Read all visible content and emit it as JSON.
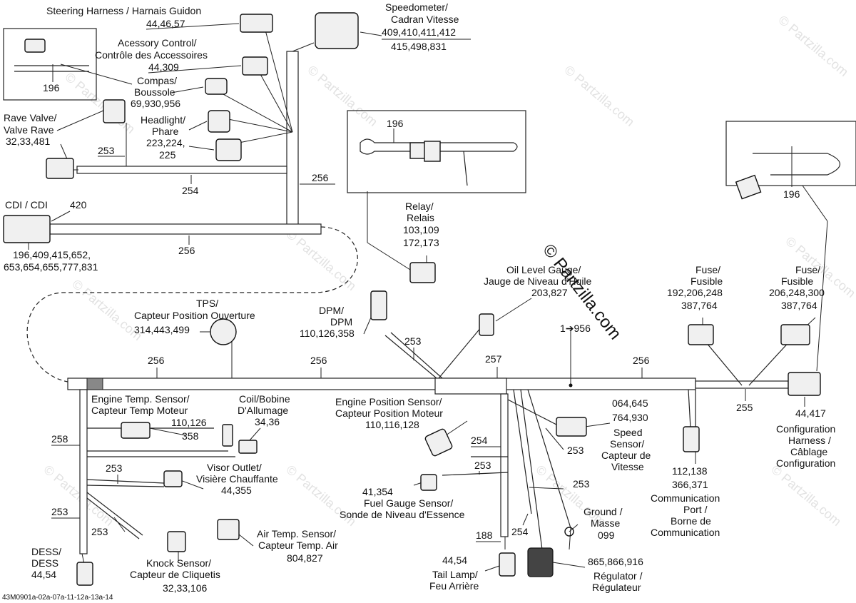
{
  "labels": {
    "steering": "Steering Harness / Harnais Guidon",
    "steering_num": "44,46,57",
    "speedo_1": "Speedometer/",
    "speedo_2": "Cadran Vitesse",
    "speedo_num1": "409,410,411,412",
    "speedo_num2": "415,498,831",
    "acc_1": "Acessory Control/",
    "acc_2": "Contrôle des Accessoires",
    "acc_num": "44,309",
    "compas_1": "Compas/",
    "compas_2": "Boussole",
    "compas_num": "69,930,956",
    "inset1_num": "196",
    "rave_1": "Rave Valve/",
    "rave_2": "Valve Rave",
    "rave_num": "32,33,481",
    "head_1": "Headlight/",
    "head_2": "Phare",
    "head_num1": "223,224,",
    "head_num2": "225",
    "inset2_num": "196",
    "inset3_num": "196",
    "cdi": "CDI / CDI",
    "cdi_num_a": "420",
    "cdi_num1": "196,409,415,652,",
    "cdi_num2": "653,654,655,777,831",
    "relay_1": "Relay/",
    "relay_2": "Relais",
    "relay_num1": "103,109",
    "relay_num2": "172,173",
    "oil_1": "Oil Level Gauge/",
    "oil_2": "Jauge de Niveau d'Huile",
    "oil_num": "203,827",
    "fuse1_1": "Fuse/",
    "fuse1_2": "Fusible",
    "fuse1_num1": "192,206,248",
    "fuse1_num2": "387,764",
    "fuse2_1": "Fuse/",
    "fuse2_2": "Fusible",
    "fuse2_num1": "206,248,300",
    "fuse2_num2": "387,764",
    "tps_1": "TPS/",
    "tps_2": "Capteur Position Ouverture",
    "tps_num": "314,443,499",
    "dpm_1": "DPM/",
    "dpm_2": "DPM",
    "dpm_num": "110,126,358",
    "ref_956": "1➔956",
    "eng_temp_1": "Engine Temp. Sensor/",
    "eng_temp_2": "Capteur Temp Moteur",
    "eng_temp_num1": "110,126",
    "eng_temp_num2": "358",
    "coil_1": "Coil/Bobine",
    "coil_2": "D'Allumage",
    "coil_num": "34,36",
    "eps_1": "Engine Position Sensor/",
    "eps_2": "Capteur Position Moteur",
    "eps_num": "110,116,128",
    "speed_num1": "064,645",
    "speed_num2": "764,930",
    "speed_1": "Speed",
    "speed_2": "Sensor/",
    "speed_3": "Capteur de",
    "speed_4": "Vitesse",
    "config_num": "44,417",
    "config_1": "Configuration",
    "config_2": "Harness /",
    "config_3": "Câblage",
    "config_4": "Configuration",
    "visor_1": "Visor Outlet/",
    "visor_2": "Visière Chauffante",
    "visor_num": "44,355",
    "fuel_num": "41,354",
    "fuel_1": "Fuel Gauge Sensor/",
    "fuel_2": "Sonde de Niveau d'Essence",
    "comm_num1": "112,138",
    "comm_num2": "366,371",
    "comm_1": "Communication",
    "comm_2": "Port /",
    "comm_3": "Borne de",
    "comm_4": "Communication",
    "ground_1": "Ground /",
    "ground_2": "Masse",
    "ground_num": "099",
    "dess_1": "DESS/",
    "dess_2": "DESS",
    "dess_num": "44,54",
    "air_1": "Air Temp. Sensor/",
    "air_2": "Capteur Temp. Air",
    "air_num": "804,827",
    "knock_1": "Knock Sensor/",
    "knock_2": "Capteur de Cliquetis",
    "knock_num": "32,33,106",
    "tail_num": "44,54",
    "tail_1": "Tail Lamp/",
    "tail_2": "Feu Arrière",
    "reg_num": "865,866,916",
    "reg_1": "Régulator /",
    "reg_2": "Régulateur",
    "footer": "43M0901a-02a-07a-11-12a-13a-14",
    "watermark": "© Partzilla.com"
  },
  "wire_refs": {
    "w253a": "253",
    "w254a": "254",
    "w256a": "256",
    "w256b": "256",
    "w256c": "256",
    "w256d": "256",
    "w256e": "256",
    "w257": "257",
    "w253b": "253",
    "w255": "255",
    "w258": "258",
    "w253c": "253",
    "w253d": "253",
    "w253e": "253",
    "w253f": "253",
    "w254b": "254",
    "w253g": "253",
    "w253h": "253",
    "w254c": "254",
    "w188": "188"
  }
}
